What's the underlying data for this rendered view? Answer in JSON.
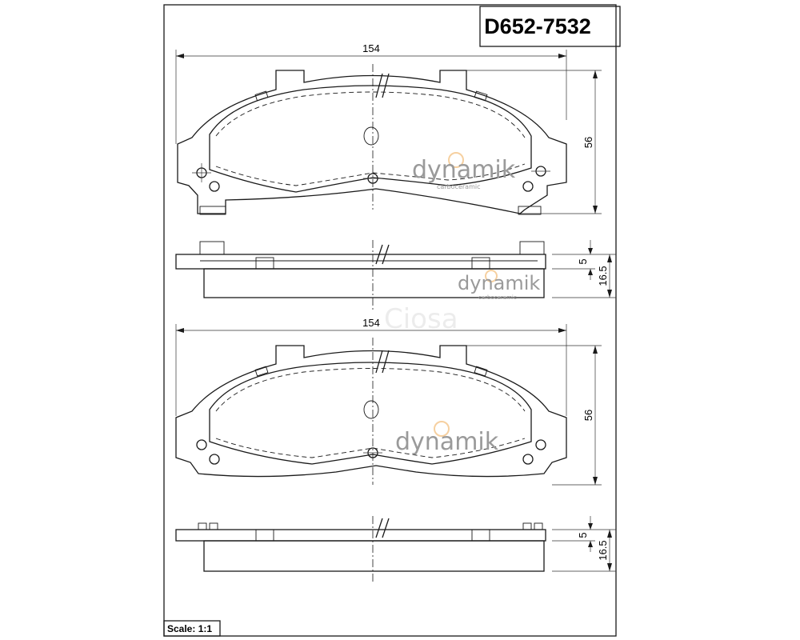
{
  "part_number": "D652-7532",
  "scale_label": "Scale: 1:1",
  "dimensions": {
    "width": "154",
    "height": "56",
    "backing_thickness": "5",
    "total_thickness": "16.5"
  },
  "watermark": {
    "brand": "dynamik",
    "tagline": "carboceramic",
    "faint_text": "Ciosa"
  },
  "colors": {
    "line": "#1a1a1a",
    "watermark": "#9a9a9a",
    "logo_accent": "#f0b060"
  }
}
